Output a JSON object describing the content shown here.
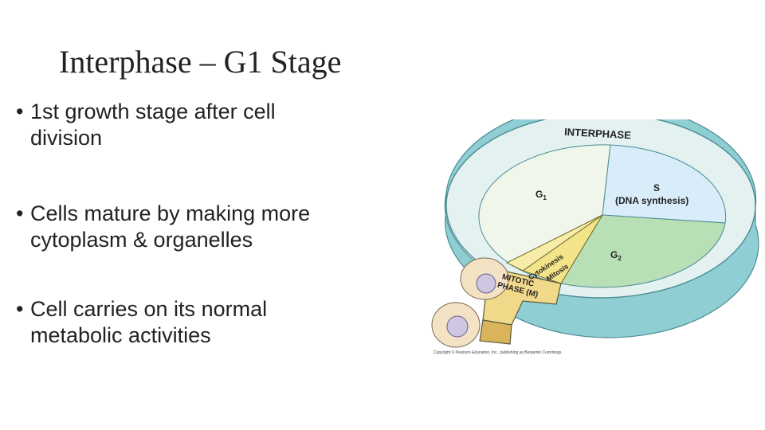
{
  "slide": {
    "title": "Interphase – G1 Stage",
    "bullets": [
      {
        "marker": "•",
        "lines": [
          "1st growth stage after cell",
          "division"
        ]
      },
      {
        "marker": "•",
        "lines": [
          "Cells mature by making more",
          "cytoplasm & organelles"
        ]
      },
      {
        "marker": "•",
        "lines": [
          "Cell carries on its normal",
          "metabolic activities"
        ]
      }
    ]
  },
  "figure": {
    "labels": {
      "interphase": "INTERPHASE",
      "g1": "G",
      "g1_sub": "1",
      "s": "S",
      "s_sub": "(DNA synthesis)",
      "g2": "G",
      "g2_sub": "2",
      "cytokinesis": "Cytokinesis",
      "mitosis": "Mitosis",
      "mitotic_line1": "MITOTIC",
      "mitotic_line2": "PHASE (M)"
    },
    "copyright": "Copyright © Pearson Education, Inc., publishing as Benjamin Cummings.",
    "colors": {
      "g1": "#f0f6e9",
      "s": "#d8ecfa",
      "g2": "#b9dfb6",
      "mitotic": "#f4e489",
      "rim_top": "#e3f1f1",
      "rim_side": "#8fcfd4",
      "cell": "#f4e2c4",
      "nucleus": "#cfc6e2"
    }
  }
}
